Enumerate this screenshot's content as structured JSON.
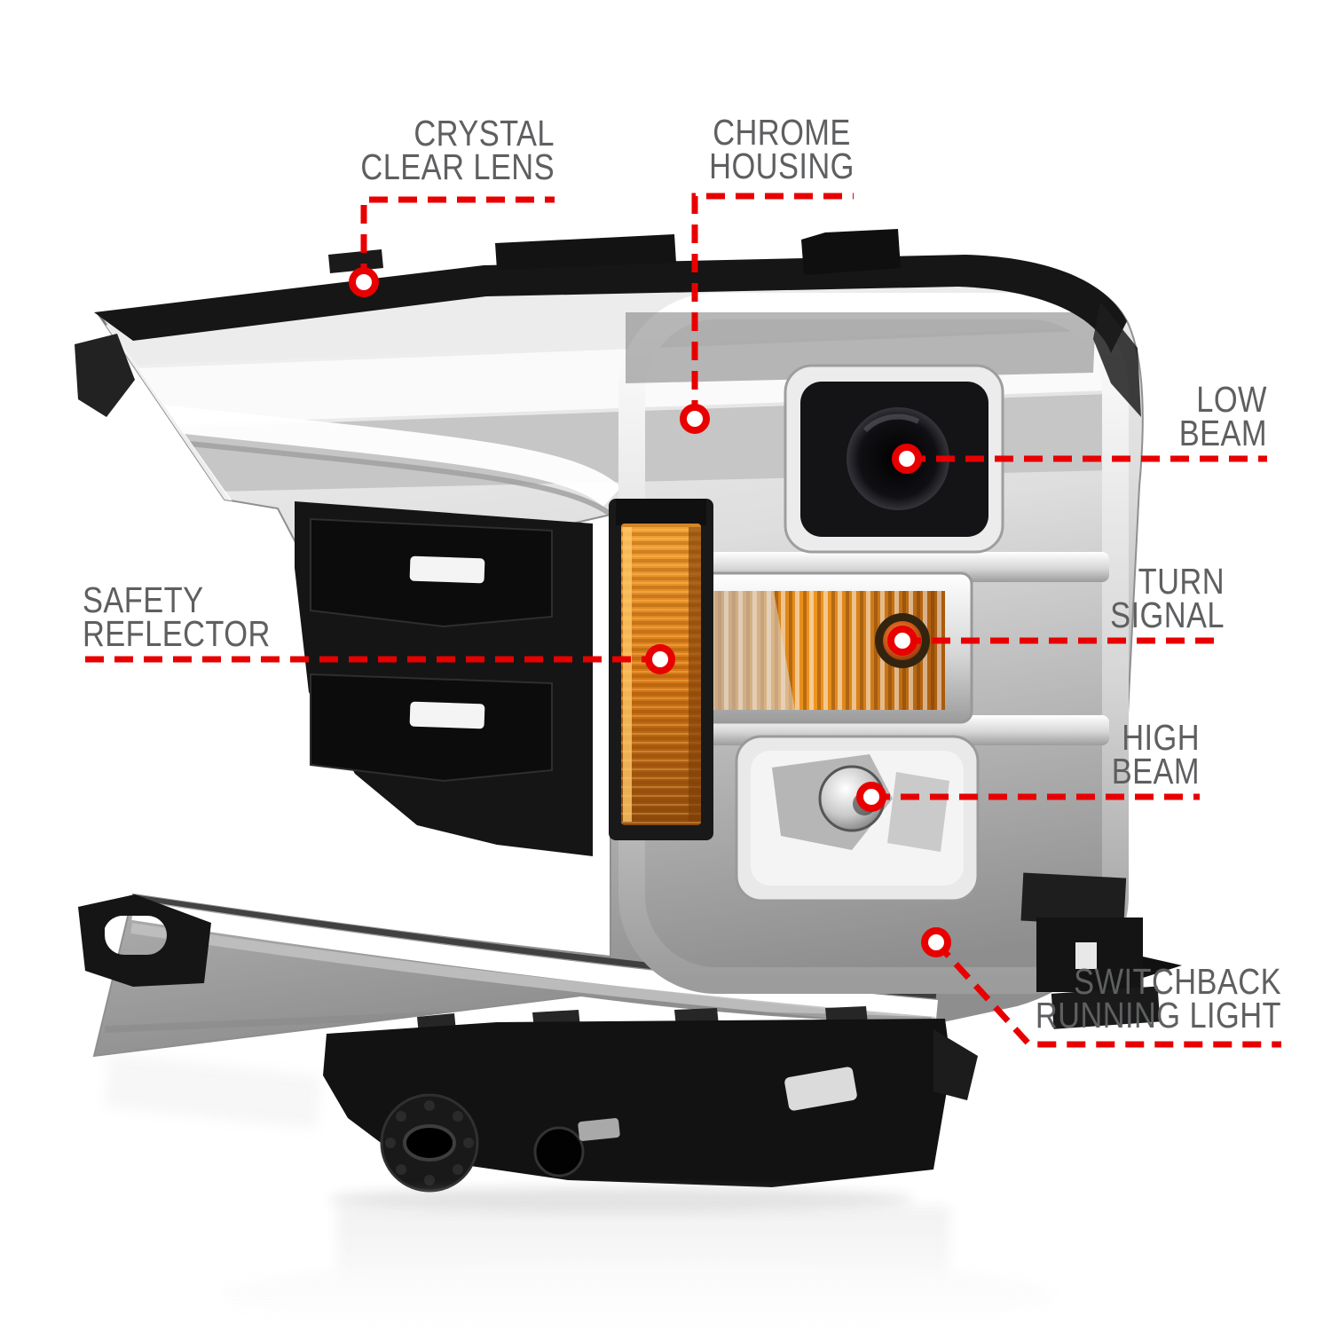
{
  "page": {
    "background": "#ffffff"
  },
  "colors": {
    "accent_red": "#e80000",
    "label_gray": "#5e5f61",
    "amber": "#d97a16",
    "chrome_light": "#f2f2f2",
    "housing_black": "#161616"
  },
  "product_view": "chrome-housing-projector-headlight",
  "callouts": [
    {
      "id": "crystal-clear-lens",
      "lines": [
        "CRYSTAL",
        "CLEAR LENS"
      ]
    },
    {
      "id": "chrome-housing",
      "lines": [
        "CHROME",
        "HOUSING"
      ]
    },
    {
      "id": "low-beam",
      "lines": [
        "LOW",
        "BEAM"
      ]
    },
    {
      "id": "turn-signal",
      "lines": [
        "TURN",
        "SIGNAL"
      ]
    },
    {
      "id": "safety-reflector",
      "lines": [
        "SAFETY",
        "REFLECTOR"
      ]
    },
    {
      "id": "high-beam",
      "lines": [
        "HIGH",
        "BEAM"
      ]
    },
    {
      "id": "switchback-running-light",
      "lines": [
        "SWITCHBACK",
        "RUNNING LIGHT"
      ]
    }
  ]
}
